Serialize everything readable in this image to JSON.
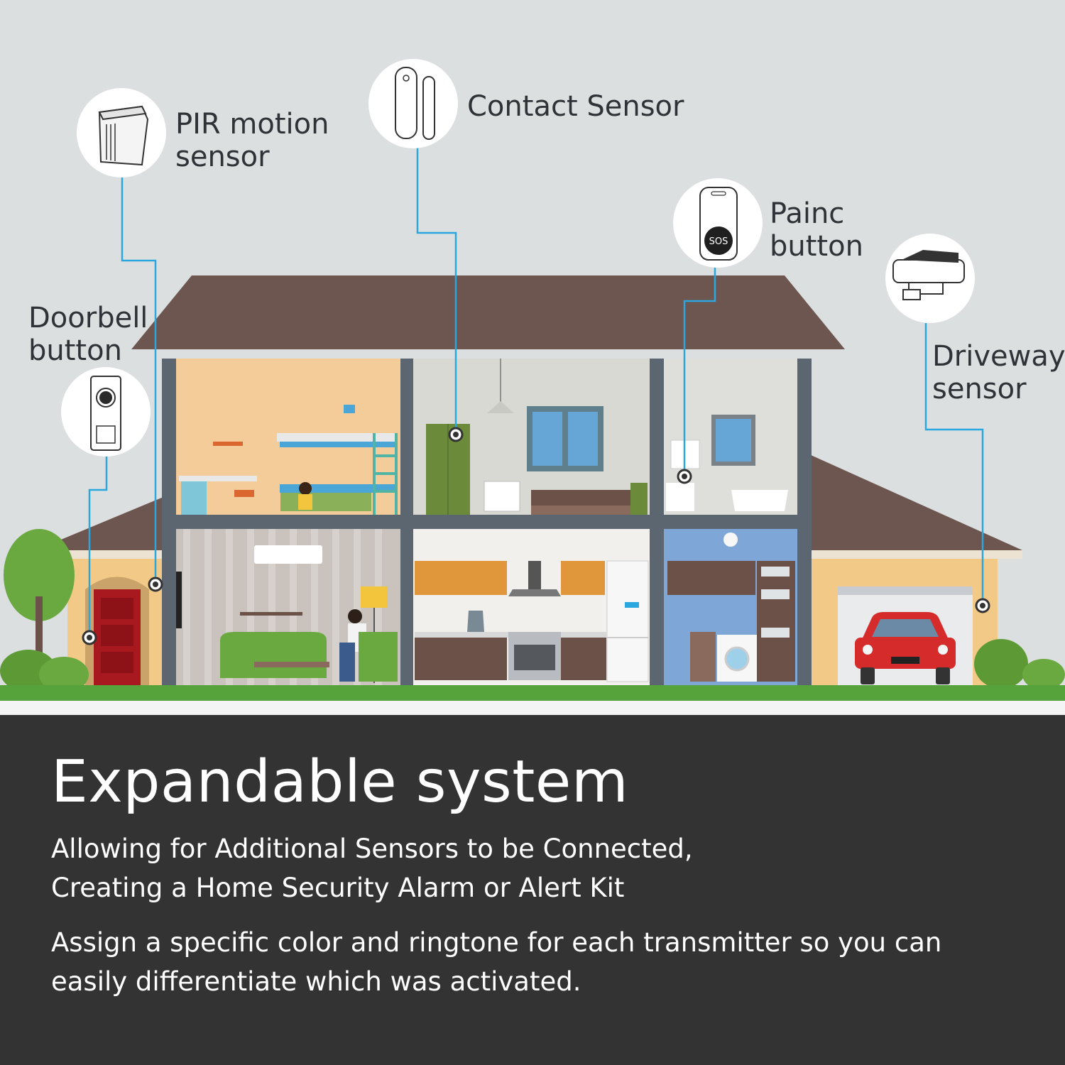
{
  "sensors": {
    "pir": {
      "label": "PIR motion\nsensor",
      "icon": "pir-motion-sensor-icon"
    },
    "contact": {
      "label": "Contact Sensor",
      "icon": "contact-sensor-icon"
    },
    "panic": {
      "label": "Painc\nbutton",
      "icon": "panic-button-icon",
      "badge": "SOS"
    },
    "doorbell": {
      "label": "Doorbell\nbutton",
      "icon": "doorbell-button-icon"
    },
    "driveway": {
      "label": "Driveway\nsensor",
      "icon": "driveway-sensor-icon"
    }
  },
  "text": {
    "headline": "Expandable system",
    "subline_1": "Allowing for Additional Sensors to be Connected,\nCreating a Home Security Alarm or Alert Kit",
    "subline_2": "Assign a specific color and ringtone for each transmitter so you can\neasily differentiate which was activated."
  },
  "colors": {
    "background": "#dcdfe0",
    "roof": "#6e5650",
    "wall": "#5b6670",
    "connector": "#2aa7df",
    "panel": "#333333",
    "grass": "#55a33a"
  }
}
